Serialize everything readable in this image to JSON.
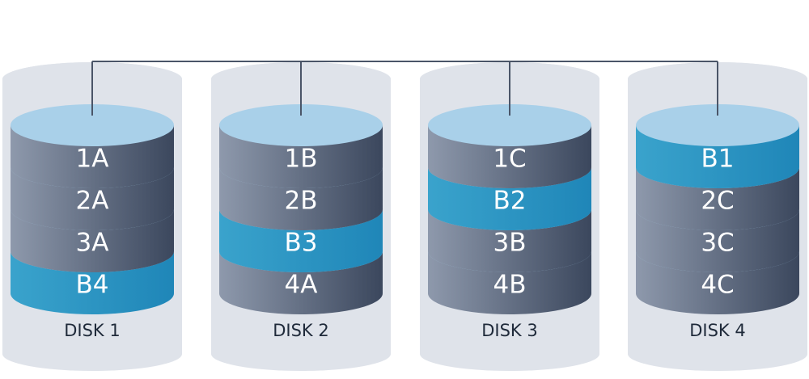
{
  "colors": {
    "container": "#dfe3ea",
    "top_face": "#a9d0e9",
    "gray_side_light": "#8e99ac",
    "gray_side_dark": "#3b475d",
    "blue_side_light": "#3aa3cc",
    "blue_side_dark": "#1f86b8",
    "connector": "#4a5568"
  },
  "disks": [
    {
      "label": "DISK 1",
      "segments": [
        {
          "text": "1A",
          "parity": false
        },
        {
          "text": "2A",
          "parity": false
        },
        {
          "text": "3A",
          "parity": false
        },
        {
          "text": "B4",
          "parity": true
        }
      ]
    },
    {
      "label": "DISK 2",
      "segments": [
        {
          "text": "1B",
          "parity": false
        },
        {
          "text": "2B",
          "parity": false
        },
        {
          "text": "B3",
          "parity": true
        },
        {
          "text": "4A",
          "parity": false
        }
      ]
    },
    {
      "label": "DISK 3",
      "segments": [
        {
          "text": "1C",
          "parity": false
        },
        {
          "text": "B2",
          "parity": true
        },
        {
          "text": "3B",
          "parity": false
        },
        {
          "text": "4B",
          "parity": false
        }
      ]
    },
    {
      "label": "DISK 4",
      "segments": [
        {
          "text": "B1",
          "parity": true
        },
        {
          "text": "2C",
          "parity": false
        },
        {
          "text": "3C",
          "parity": false
        },
        {
          "text": "4C",
          "parity": false
        }
      ]
    }
  ]
}
